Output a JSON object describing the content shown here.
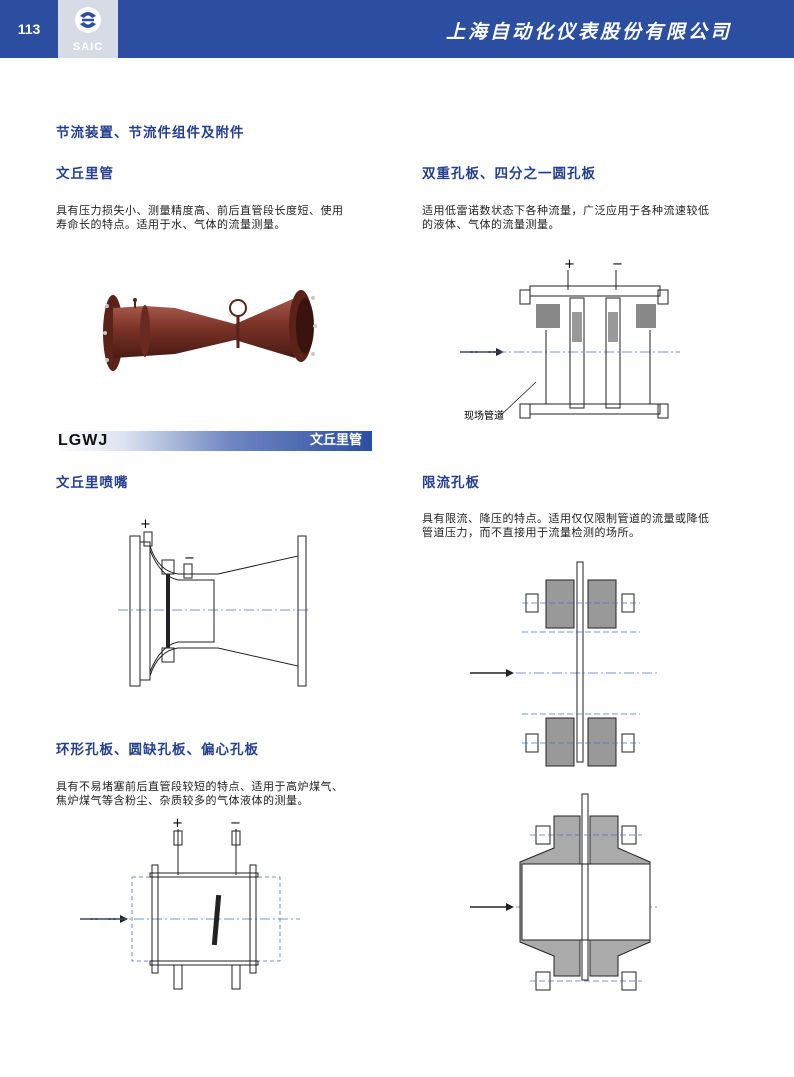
{
  "header": {
    "page_number": "113",
    "logo_text": "SAIC",
    "company_name": "上海自动化仪表股份有限公司",
    "colors": {
      "header_bg": "#2c4ea0",
      "title_blue": "#243f8f"
    }
  },
  "page_title": "节流装置、节流件组件及附件",
  "venturi": {
    "title": "文丘里管",
    "desc_line1": "具有压力损失小、测量精度高、前后直管段长度短、使用",
    "desc_line2": "寿命长的特点。适用于水、气体的流量测量。"
  },
  "banner": {
    "model": "LGWJ",
    "name": "文丘里管"
  },
  "nozzle": {
    "title": "文丘里喷嘴",
    "plus": "+",
    "minus": "−"
  },
  "ring": {
    "title": "环形孔板、圆缺孔板、偏心孔板",
    "desc_line1": "具有不易堵塞前后直管段较短的特点、适用于高炉煤气、",
    "desc_line2": "焦炉煤气等含粉尘、杂质较多的气体液体的测量。",
    "plus": "+",
    "minus": "−"
  },
  "double": {
    "title": "双重孔板、四分之一圆孔板",
    "desc_line1": "适用低雷诺数状态下各种流量，广泛应用于各种流速较低",
    "desc_line2": "的液体、气体的流量测量。",
    "plus": "+",
    "minus": "−",
    "pipe_label": "现场管道"
  },
  "limit": {
    "title": "限流孔板",
    "desc_line1": "具有限流、降压的特点。适用仅仅限制管道的流量或降低",
    "desc_line2": "管道压力，而不直接用于流量检测的场所。"
  }
}
